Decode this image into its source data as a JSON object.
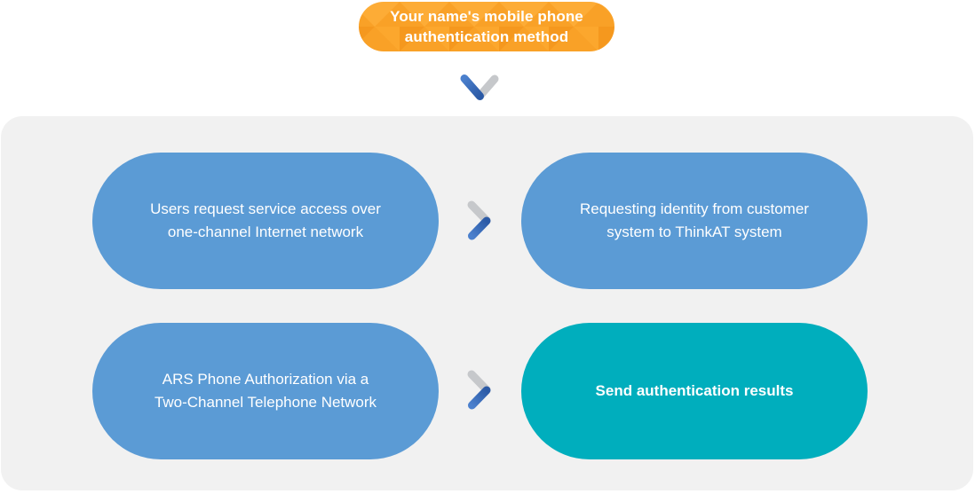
{
  "badge": {
    "lines": [
      "Your name's mobile phone",
      "authentication method"
    ],
    "base_color": "#F9A127",
    "facet_colors": [
      "#FDAC36",
      "#FCA72D",
      "#F5981E"
    ]
  },
  "panel": {
    "background_color": "#F1F1F1"
  },
  "flow": {
    "steps": [
      {
        "id": "request-access",
        "lines": [
          "Users request service access over",
          "one-channel Internet network"
        ],
        "color": "#5B9BD5",
        "emphasis": false
      },
      {
        "id": "request-identity",
        "lines": [
          "Requesting identity from customer",
          "system to ThinkAT system"
        ],
        "color": "#5B9BD5",
        "emphasis": false
      },
      {
        "id": "ars-authorization",
        "lines": [
          "ARS Phone Authorization via a",
          "Two-Channel Telephone Network"
        ],
        "color": "#5B9BD5",
        "emphasis": false
      },
      {
        "id": "send-results",
        "lines": [
          "Send authentication results"
        ],
        "color": "#00AEBD",
        "emphasis": true
      }
    ]
  },
  "icons": {
    "chevron_blue_light": "#4B80CD",
    "chevron_blue_dark": "#2B5AA6",
    "chevron_gray": "#C6C8CB"
  }
}
